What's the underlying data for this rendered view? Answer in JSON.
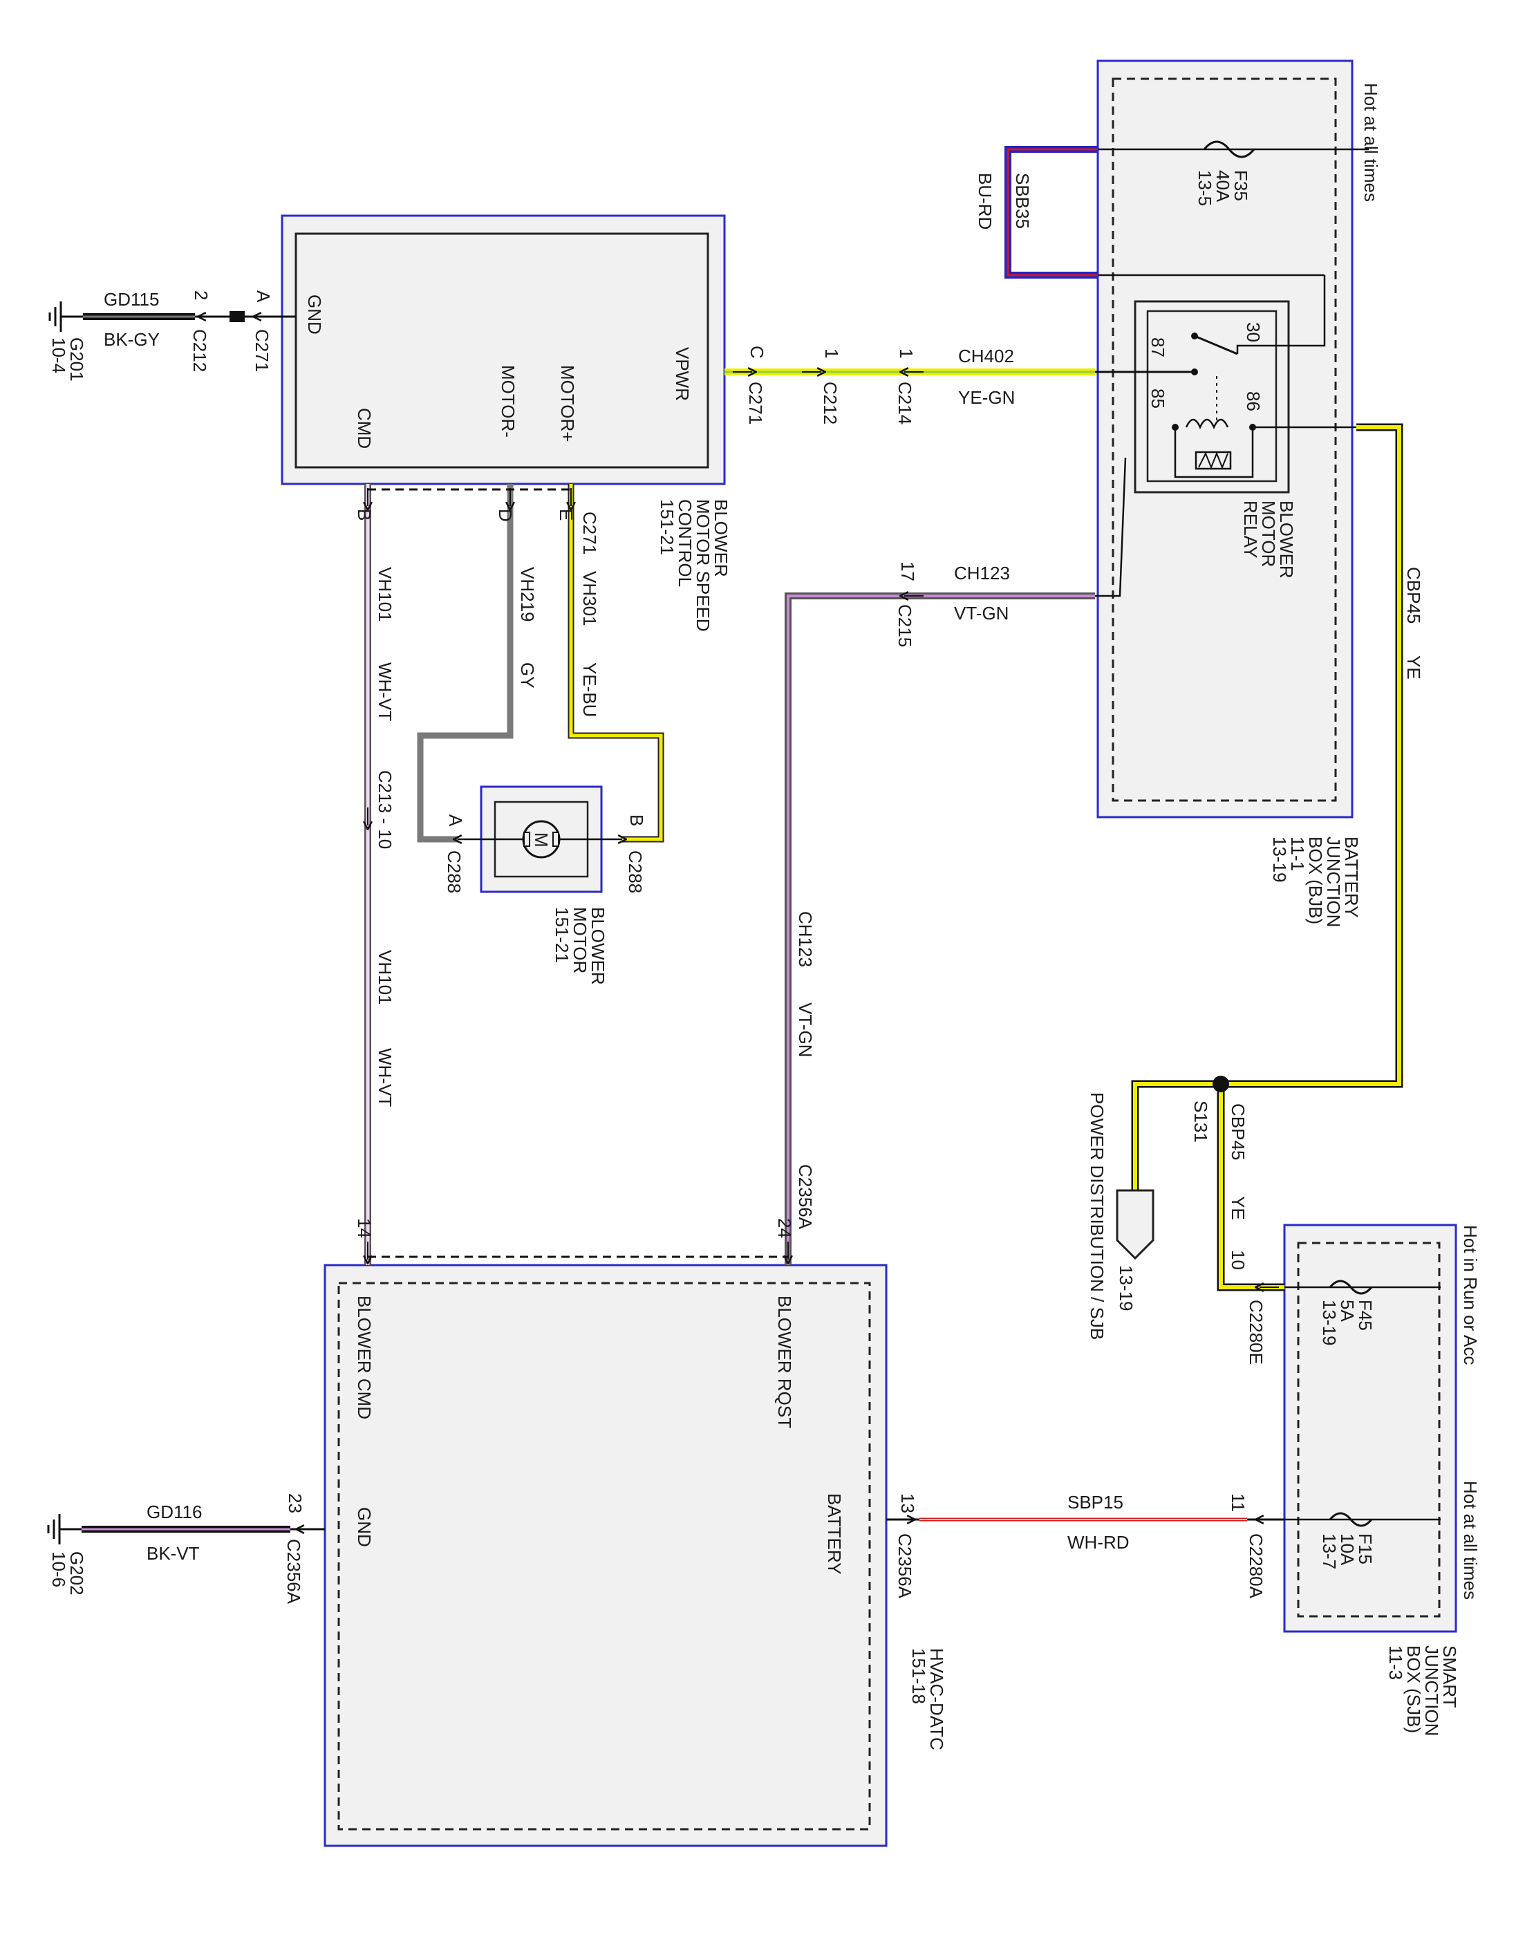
{
  "modules": {
    "bmsc": {
      "pins": [
        "GND",
        "CMD",
        "MOTOR-",
        "MOTOR+",
        "VPWR"
      ],
      "name_lines": [
        "BLOWER",
        "MOTOR SPEED",
        "CONTROL",
        "151-21"
      ]
    },
    "bjb": {
      "name_lines": [
        "BATTERY",
        "JUNCTION",
        "BOX (BJB)",
        "11-1",
        "13-19"
      ],
      "hot": "Hot at all times",
      "fuse": {
        "id": "F35",
        "rating": "40A",
        "ref": "13-5"
      }
    },
    "relay": {
      "name_lines": [
        "BLOWER",
        "MOTOR",
        "RELAY"
      ],
      "pins": [
        "30",
        "87",
        "85",
        "86"
      ]
    },
    "motor": {
      "name_lines": [
        "BLOWER",
        "MOTOR",
        "151-21"
      ],
      "symbol": "M"
    },
    "hvac": {
      "pins": [
        "BLOWER CMD",
        "BLOWER RQST",
        "GND",
        "BATTERY"
      ],
      "name_lines": [
        "HVAC-DATC",
        "151-18"
      ]
    },
    "sjb": {
      "name_lines": [
        "SMART",
        "JUNCTION",
        "BOX (SJB)",
        "11-3"
      ],
      "hot1": "Hot in Run or Acc",
      "hot2": "Hot at all times",
      "fuse1": {
        "id": "F45",
        "rating": "5A",
        "ref": "13-19"
      },
      "fuse2": {
        "id": "F15",
        "rating": "10A",
        "ref": "13-7"
      }
    },
    "pds": {
      "label": "POWER DISTRIBUTION / SJB",
      "ref": "13-19"
    }
  },
  "grounds": {
    "g201": {
      "id": "G201",
      "ref": "10-4"
    },
    "g202": {
      "id": "G202",
      "ref": "10-6"
    }
  },
  "wires": {
    "gd115": {
      "circuit": "GD115",
      "color": "BK-GY"
    },
    "ch402": {
      "circuit": "CH402",
      "color": "YE-GN"
    },
    "ch123_top": {
      "circuit": "CH123",
      "color": "VT-GN"
    },
    "ch123_vert": {
      "circuit": "CH123",
      "color": "VT-GN"
    },
    "sbb35": {
      "circuit": "SBB35",
      "color": "BU-RD"
    },
    "cbp45_right": {
      "circuit": "CBP45",
      "color": "YE"
    },
    "cbp45_lower": {
      "circuit": "CBP45",
      "color": "YE"
    },
    "vh101_top": {
      "circuit": "VH101",
      "color": "WH-VT"
    },
    "vh101_bottom": {
      "circuit": "VH101",
      "color": "WH-VT"
    },
    "vh219": {
      "circuit": "VH219",
      "color": "GY"
    },
    "vh301": {
      "circuit": "VH301",
      "color": "YE-BU"
    },
    "gd116": {
      "circuit": "GD116",
      "color": "BK-VT"
    },
    "sbp15": {
      "circuit": "SBP15",
      "color": "WH-RD"
    }
  },
  "connectors": {
    "c271_a": {
      "pin": "A",
      "id": "C271"
    },
    "c212_2": {
      "pin": "2",
      "id": "C212"
    },
    "c271_c": {
      "pin": "C",
      "id": "C271"
    },
    "c212_1": {
      "pin": "1",
      "id": "C212"
    },
    "c214_1": {
      "pin": "1",
      "id": "C214"
    },
    "c215_17": {
      "pin": "17",
      "id": "C215"
    },
    "c271_b": {
      "pin": "B"
    },
    "c271_d": {
      "pin": "D"
    },
    "c271_e": {
      "pin": "E",
      "id": "C271"
    },
    "c213": {
      "label": "C213 - 10"
    },
    "c288_a": {
      "pin": "A",
      "id": "C288"
    },
    "c288_b": {
      "pin": "B",
      "id": "C288"
    },
    "c2356a_14": {
      "pin": "14"
    },
    "c2356a_24": {
      "pin": "24",
      "id": "C2356A"
    },
    "c2356a_23": {
      "pin": "23",
      "id": "C2356A"
    },
    "c2356a_13": {
      "pin": "13",
      "id": "C2356A"
    },
    "c2280e_10": {
      "pin": "10",
      "id": "C2280E"
    },
    "c2280a_11": {
      "pin": "11",
      "id": "C2280A"
    }
  },
  "splice": {
    "id": "S131"
  },
  "colors": {
    "module_border": "#2a2acc",
    "module_fill": "#f1f1f1",
    "yellow": "#f2ec00",
    "green": "#8cd33a",
    "violet": "#c98ad6",
    "gray": "#7a7a7a",
    "blue": "#2323c8",
    "red": "#d21919",
    "black": "#111111"
  }
}
